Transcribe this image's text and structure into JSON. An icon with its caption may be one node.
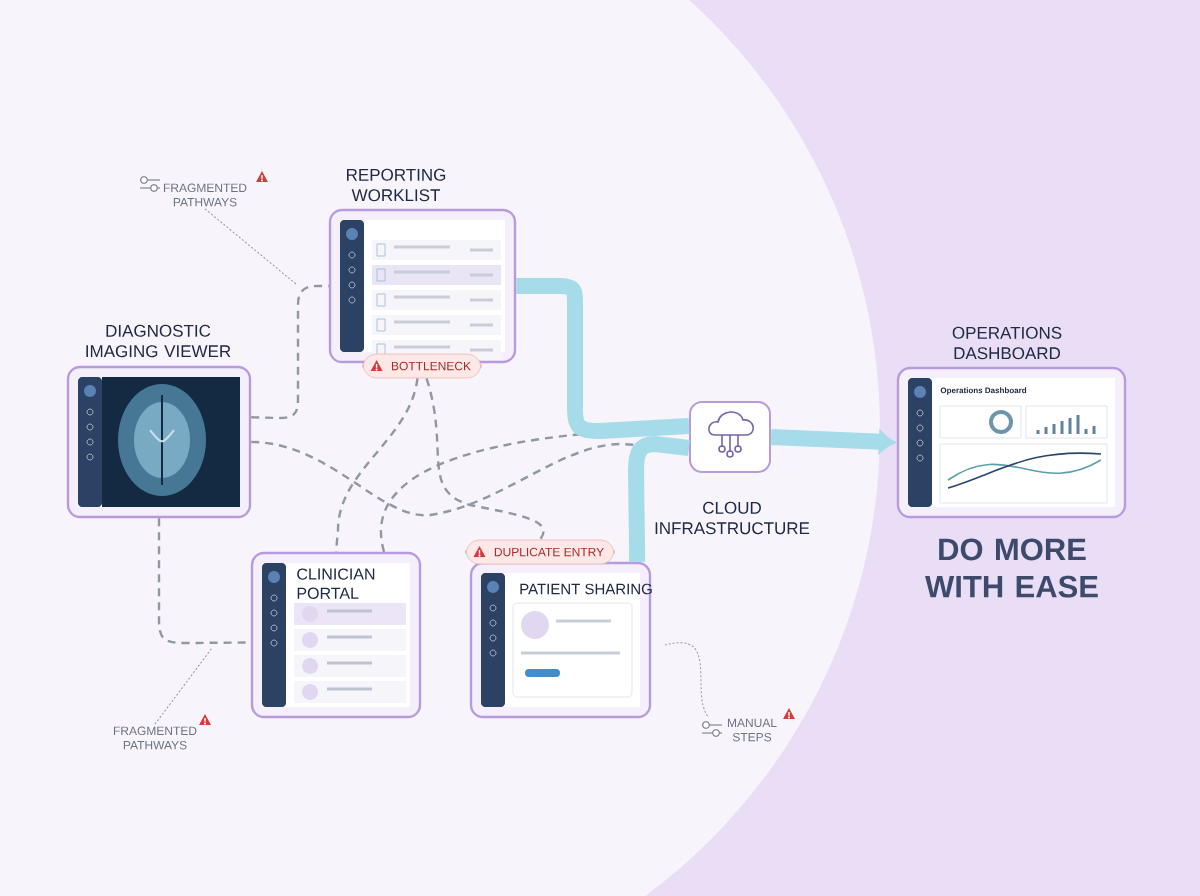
{
  "diagram": {
    "nodes": [
      {
        "text": [
          "REPORTING WORKLIST"
        ]
      },
      {
        "text": [
          "DIAGNOSTIC IMAGING VIEWER"
        ]
      },
      {
        "text": [
          "CLINICIAN PORTAL"
        ]
      },
      {
        "text": [
          "PATIENT SHARING"
        ]
      },
      {
        "text": [
          "CLOUD INFRASTRUCTURE"
        ]
      },
      {
        "text": [
          "OPERATIONS DASHBOARD",
          "Operations Dashboard"
        ]
      },
      {
        "text": [
          "BOTTLENECK"
        ]
      },
      {
        "text": [
          "DUPLICATE ENTRY"
        ]
      },
      {
        "text": [
          "FRAGMENTED PATHWAYS"
        ]
      },
      {
        "text": [
          "FRAGMENTED PATHWAYS"
        ]
      },
      {
        "text": [
          "MANUAL STEPS"
        ]
      }
    ],
    "edges": [
      {
        "from": 1,
        "to": 0,
        "arrow": "none",
        "style": "dashed"
      },
      {
        "from": 1,
        "to": 2,
        "arrow": "none",
        "style": "dashed"
      },
      {
        "from": 1,
        "to": 4,
        "arrow": "none",
        "style": "dashed"
      },
      {
        "from": 6,
        "to": 2,
        "arrow": "none",
        "style": "dashed"
      },
      {
        "from": 6,
        "to": 7,
        "arrow": "none",
        "style": "dashed"
      },
      {
        "from": 2,
        "to": 4,
        "arrow": "none",
        "style": "dashed"
      },
      {
        "from": 0,
        "to": 4,
        "arrow": "none",
        "style": "thick",
        "color": "#a6dce9"
      },
      {
        "from": 3,
        "to": 4,
        "arrow": "none",
        "style": "thick",
        "color": "#a6dce9"
      },
      {
        "from": 4,
        "to": 5,
        "arrow": "to",
        "style": "thick",
        "color": "#a6dce9"
      },
      {
        "from": 8,
        "to": null,
        "arrow": "none",
        "style": "dashed"
      },
      {
        "from": 9,
        "to": null,
        "arrow": "none",
        "style": "dashed"
      },
      {
        "from": 10,
        "to": null,
        "arrow": "none",
        "style": "dashed"
      }
    ],
    "labels": [
      "DO MORE WITH EASE"
    ]
  }
}
